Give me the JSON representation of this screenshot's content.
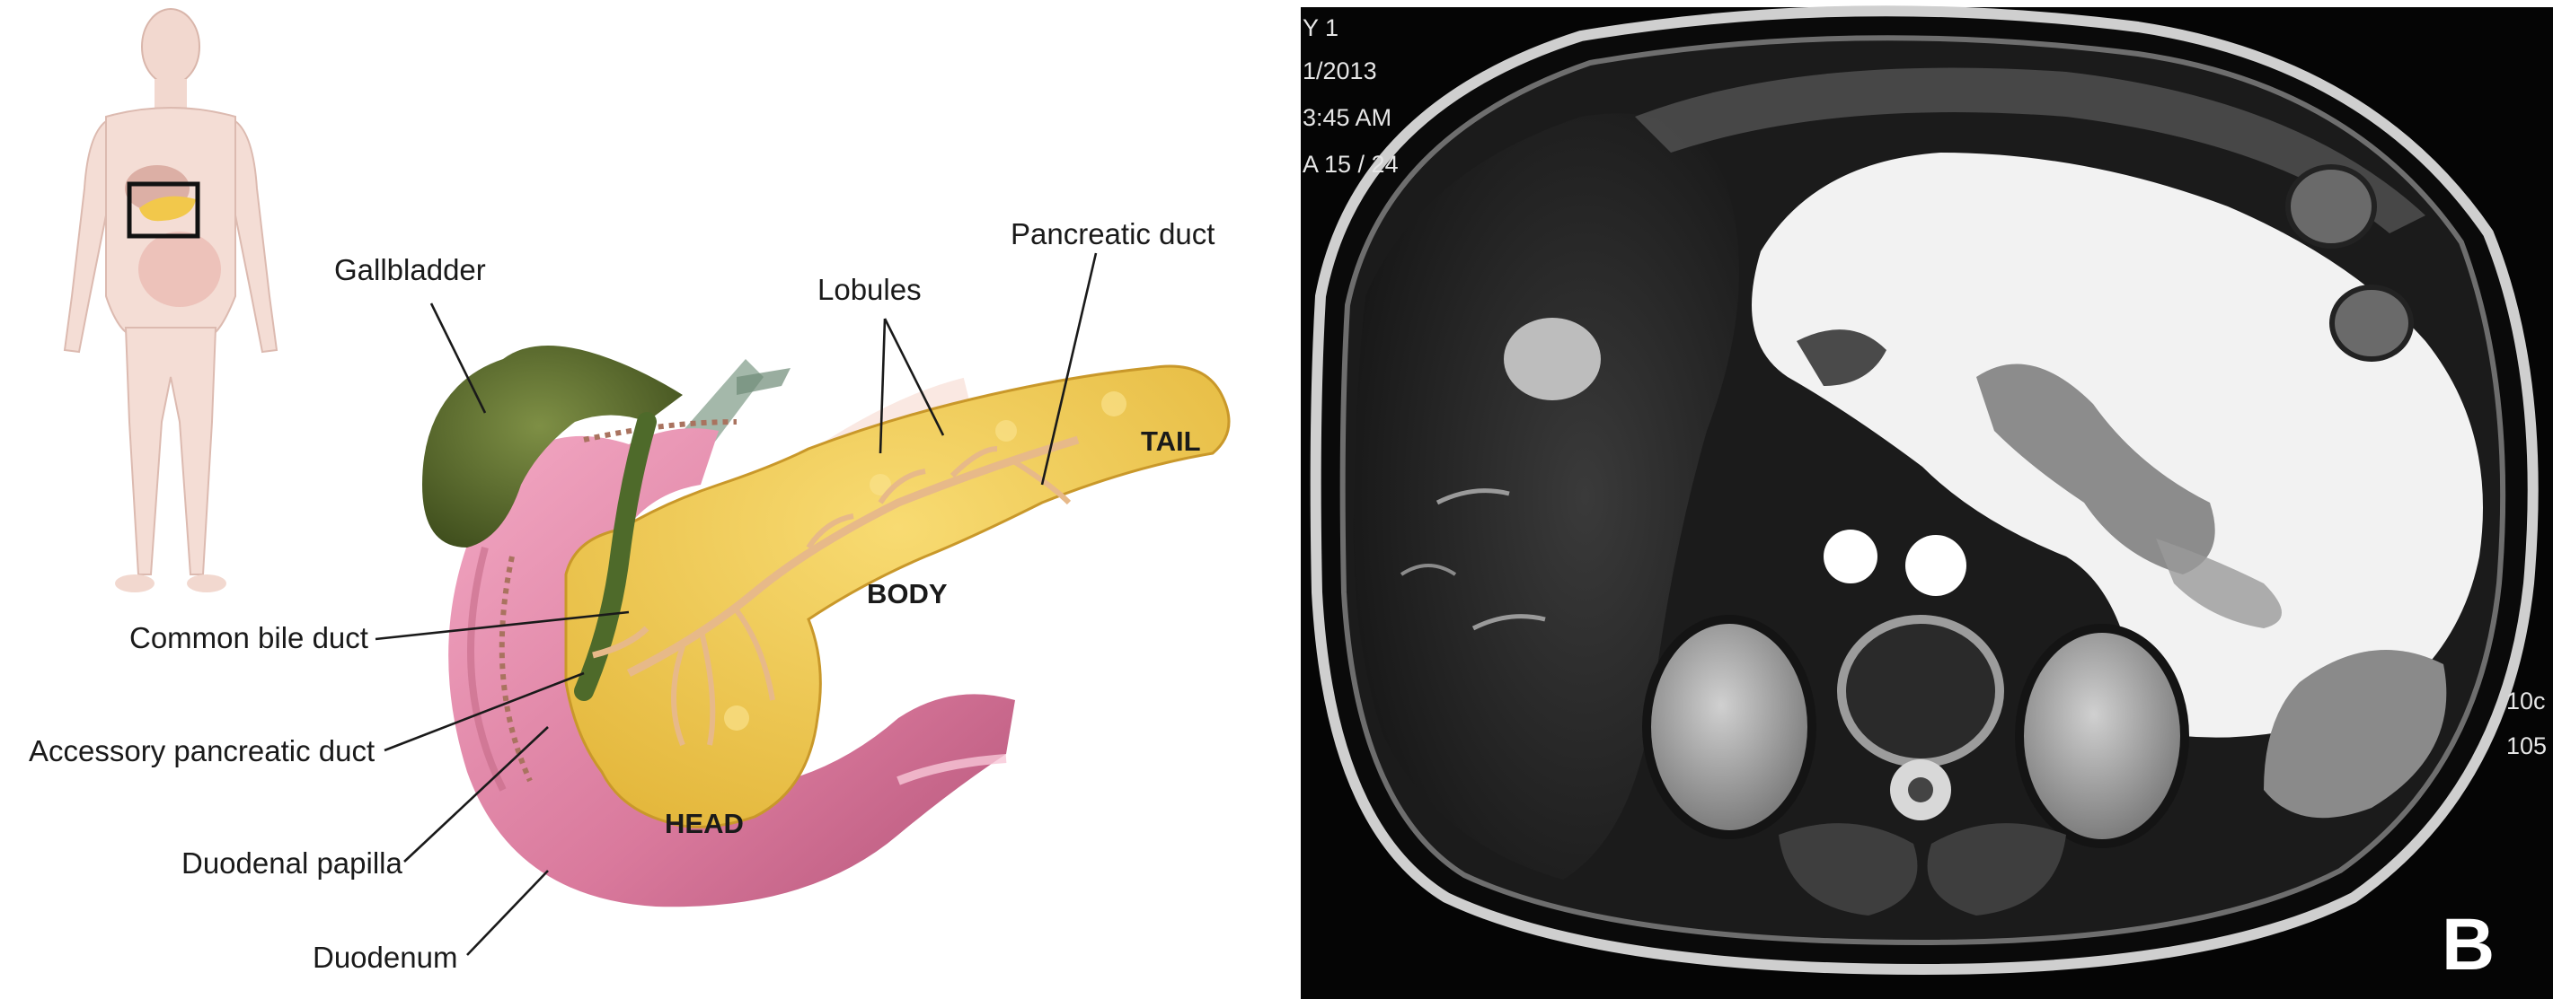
{
  "labels": {
    "gallbladder": "Gallbladder",
    "lobules": "Lobules",
    "pancreatic_duct": "Pancreatic duct",
    "common_bile_duct": "Common bile duct",
    "accessory_pancreatic_duct": "Accessory pancreatic duct",
    "duodenal_papilla": "Duodenal papilla",
    "duodenum": "Duodenum"
  },
  "regions": {
    "head": "HEAD",
    "body": "BODY",
    "tail": "TAIL"
  },
  "mri": {
    "overlay_lines": [
      "Y 1",
      "1/2013",
      "3:45 AM",
      "A 15 / 24"
    ],
    "side_marks": [
      "10c",
      "105"
    ],
    "panel_letter": "B"
  },
  "colors": {
    "pancreas": "#f2c84b",
    "gallbladder": "#56682b",
    "duodenum": "#d9799c",
    "ducts": "#e7b989",
    "mri_background": "#050505"
  }
}
